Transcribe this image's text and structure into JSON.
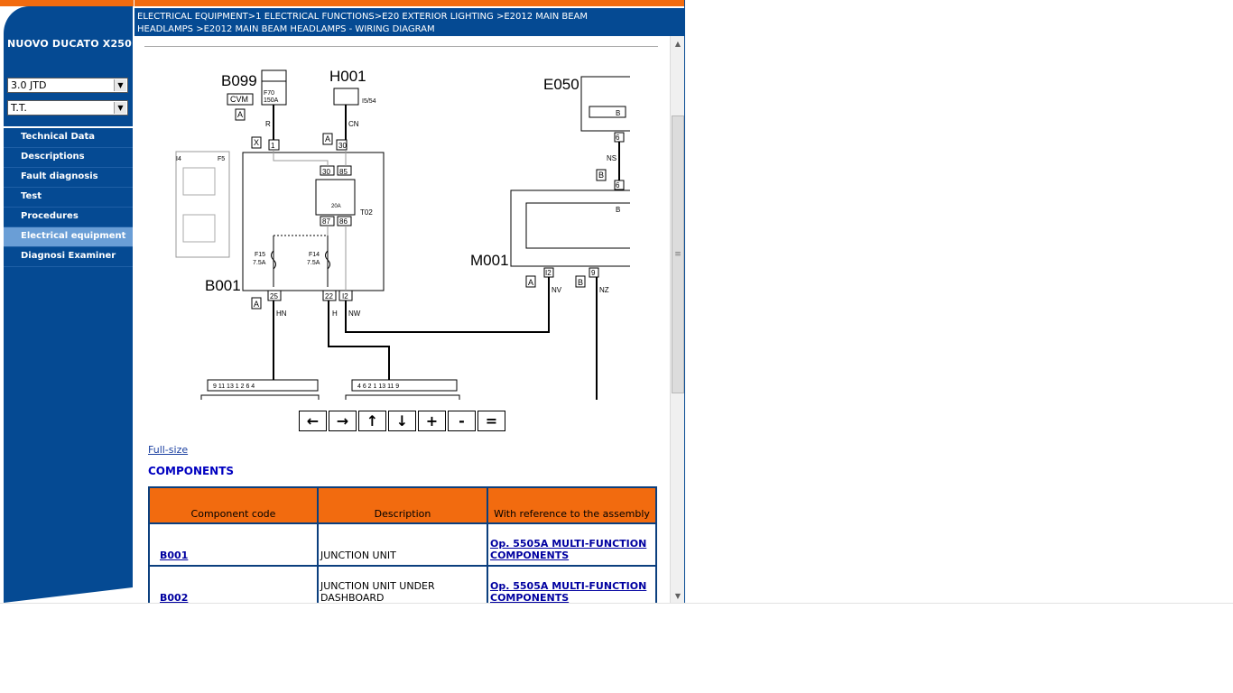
{
  "sidebar": {
    "model_title": "NUOVO DUCATO X250",
    "engine_select": "3.0 JTD",
    "body_select": "T.T.",
    "menu": [
      {
        "label": "Technical Data",
        "active": false
      },
      {
        "label": "Descriptions",
        "active": false
      },
      {
        "label": "Fault diagnosis",
        "active": false
      },
      {
        "label": "Test",
        "active": false
      },
      {
        "label": "Procedures",
        "active": false
      },
      {
        "label": "Electrical equipment",
        "active": true
      },
      {
        "label": "Diagnosi Examiner",
        "active": false
      }
    ]
  },
  "breadcrumb": {
    "line1": "ELECTRICAL EQUIPMENT>1 ELECTRICAL FUNCTIONS>E20 EXTERIOR LIGHTING >E2012 MAIN BEAM",
    "line2": "HEADLAMPS >E2012 MAIN BEAM HEADLAMPS - WIRING DIAGRAM"
  },
  "diagram": {
    "labels": {
      "b099": "B099",
      "cvm": "CVM",
      "a1": "A",
      "r": "R",
      "x": "X",
      "f70": "F70",
      "f70_amp": "150A",
      "h001": "H001",
      "i554": "I5/54",
      "a2": "A",
      "cn": "CN",
      "e050": "E050",
      "e050_b": "B",
      "nine6": "6",
      "ns": "NS",
      "b_box": "B",
      "nine6b": "6",
      "m001": "M001",
      "m001_b": "B",
      "i2_m": "I2",
      "nine_m": "9",
      "a3": "A",
      "b3": "B",
      "nv": "NV",
      "nz": "NZ",
      "pin1": "1",
      "pin30": "30",
      "pin30b": "30",
      "pin85": "85",
      "pin87": "87",
      "pin86": "86",
      "t02": "T02",
      "relay_amp": "20A",
      "f15": "F15",
      "f15_amp": "7.5A",
      "f14": "F14",
      "f14_amp": "7.5A",
      "b001": "B001",
      "pin25": "25",
      "pin22": "22",
      "pin12": "I2",
      "a4": "A",
      "hn": "HN",
      "h": "H",
      "nw": "NW",
      "f5": "F5",
      "i4": "I4",
      "conn1_pins": "9   11   13   1   2   6   4",
      "conn2_pins": "4   6   2   1   13   11   9"
    }
  },
  "nav_buttons": [
    "←",
    "→",
    "↑",
    "↓",
    "+",
    "-",
    "="
  ],
  "fullsize_label": "Full-size",
  "components_title": "COMPONENTS",
  "table": {
    "headers": [
      "Component code",
      "Description",
      "With reference to the assembly"
    ],
    "rows": [
      {
        "code": "B001",
        "description": "JUNCTION UNIT",
        "reference": "  Op. 5505A MULTI-FUNCTION COMPONENTS"
      },
      {
        "code": "B002",
        "description": "JUNCTION UNIT UNDER DASHBOARD",
        "reference": "  Op. 5505A MULTI-FUNCTION COMPONENTS"
      }
    ]
  },
  "colors": {
    "brand_blue": "#054a93",
    "accent_orange": "#f26b0f",
    "menu_active": "#6a9ed6"
  }
}
